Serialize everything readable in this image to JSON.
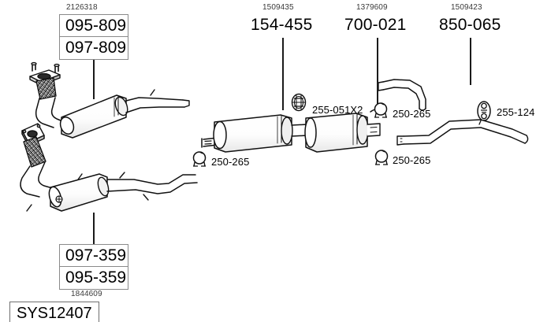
{
  "diagram": {
    "system_code": "SYS12407",
    "type": "exhaust-system-parts-diagram"
  },
  "label_groups": [
    {
      "id": "front-pipe-group",
      "oem": "2126318",
      "boxes": [
        "095-809",
        "097-809"
      ]
    },
    {
      "id": "catalytic-group",
      "oem": "1844609",
      "boxes": [
        "097-359",
        "095-359"
      ]
    }
  ],
  "refs": [
    {
      "id": "center-silencer",
      "oem": "1509435",
      "part": "154-455"
    },
    {
      "id": "rear-silencer",
      "oem": "1379609",
      "part": "700-021"
    },
    {
      "id": "tail-pipe",
      "oem": "1509423",
      "part": "850-065"
    }
  ],
  "fittings": [
    {
      "id": "gasket-ring",
      "code": "255-051X2",
      "icon": "gasket-ring-icon"
    },
    {
      "id": "clamp-upper-right",
      "code": "250-265",
      "icon": "u-clamp-icon"
    },
    {
      "id": "clamp-left",
      "code": "250-265",
      "icon": "u-clamp-icon"
    },
    {
      "id": "clamp-lower-right",
      "code": "250-265",
      "icon": "u-clamp-icon"
    },
    {
      "id": "rubber-hanger",
      "code": "255-124",
      "icon": "rubber-hanger-icon"
    }
  ]
}
